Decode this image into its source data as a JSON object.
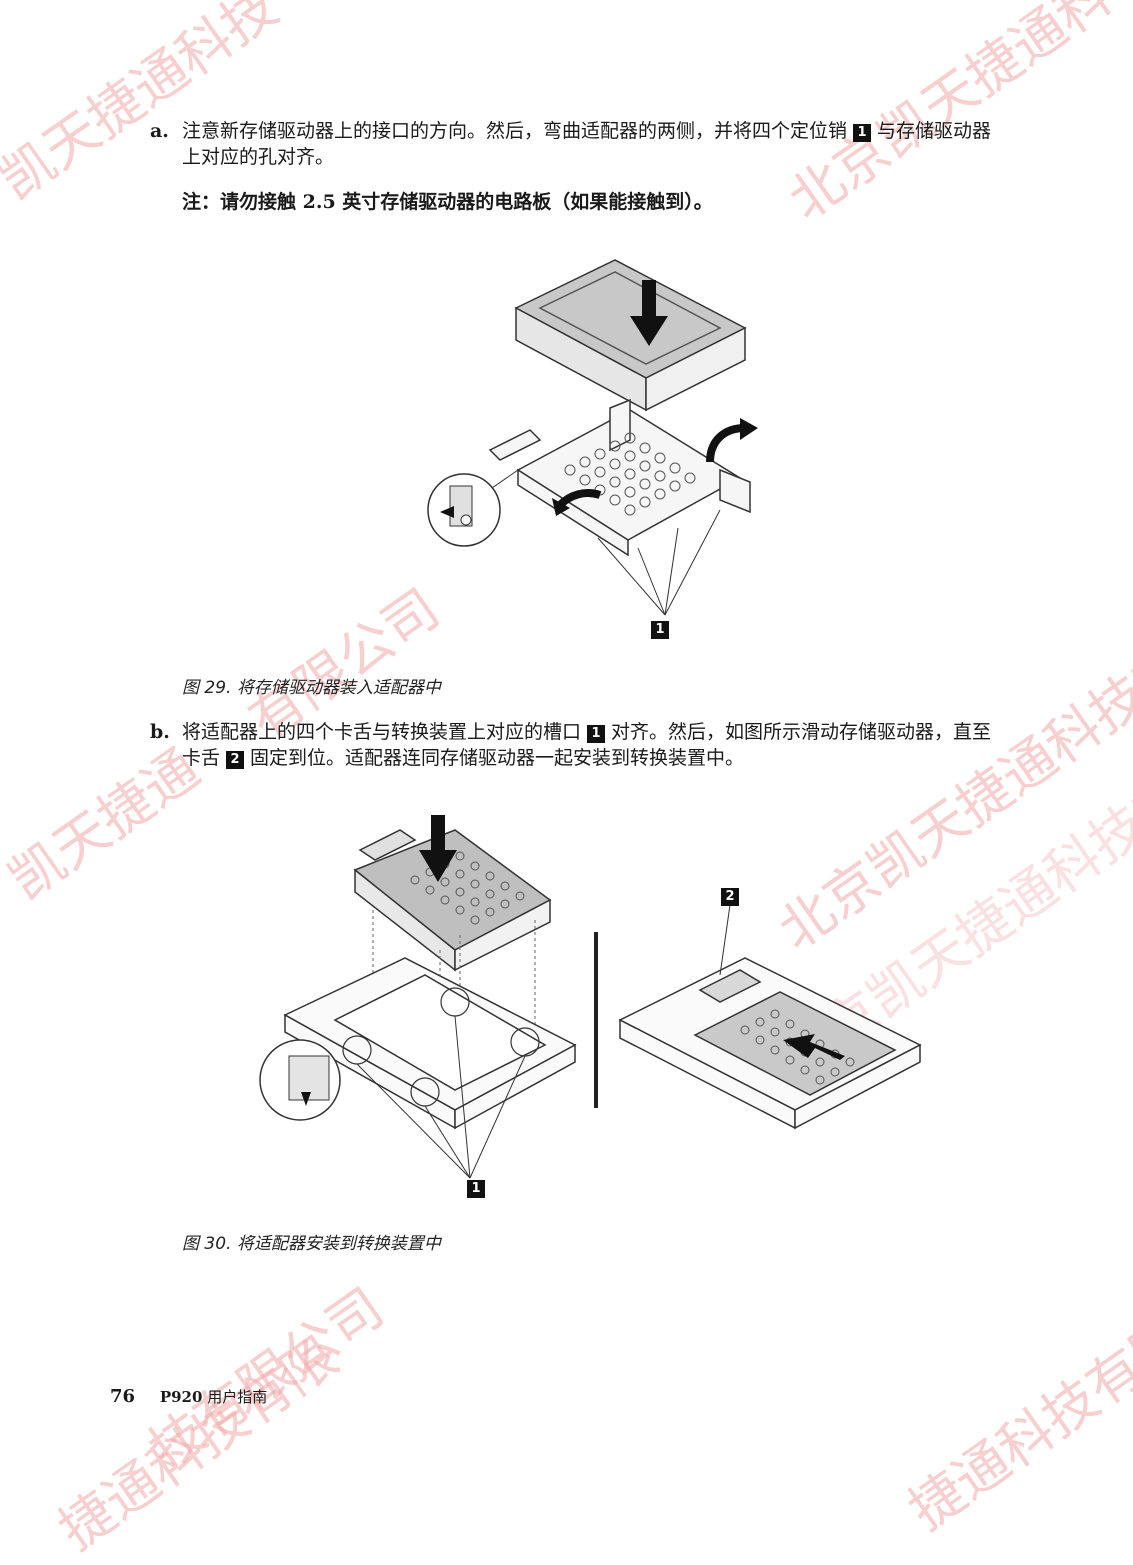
{
  "steps": {
    "a": {
      "label": "a.",
      "text_before": "注意新存储驱动器上的接口的方向。然后，弯曲适配器的两侧，并将四个定位销",
      "callout": "1",
      "text_after": "与存储驱动器上对应的孔对齐。"
    },
    "note": "注：请勿接触 2.5 英寸存储驱动器的电路板（如果能接触到）。",
    "b": {
      "label": "b.",
      "text_1": "将适配器上的四个卡舌与转换装置上对应的槽口",
      "callout_1": "1",
      "text_2": "对齐。然后，如图所示滑动存储驱动器，直至卡舌",
      "callout_2": "2",
      "text_3": "固定到位。适配器连同存储驱动器一起安装到转换装置中。"
    }
  },
  "figures": {
    "fig29": {
      "caption": "图 29. 将存储驱动器装入适配器中",
      "callout": "1"
    },
    "fig30": {
      "caption": "图 30. 将适配器安装到转换装置中",
      "callout_left": "1",
      "callout_right": "2"
    }
  },
  "footer": {
    "page_number": "76",
    "product": "P920",
    "doc_title": "用户指南"
  },
  "watermarks": [
    "凯天捷通科技",
    "北京凯天捷通科",
    "有限公司",
    "凯天捷通",
    "北京凯天捷通科技有限",
    "北京凯天捷通科技有限",
    "技有限公司",
    "捷通科技有限",
    "捷通科技有限"
  ],
  "colors": {
    "text": "#1a1a1a",
    "callout_bg": "#111111",
    "watermark": "#f2a8a8"
  }
}
